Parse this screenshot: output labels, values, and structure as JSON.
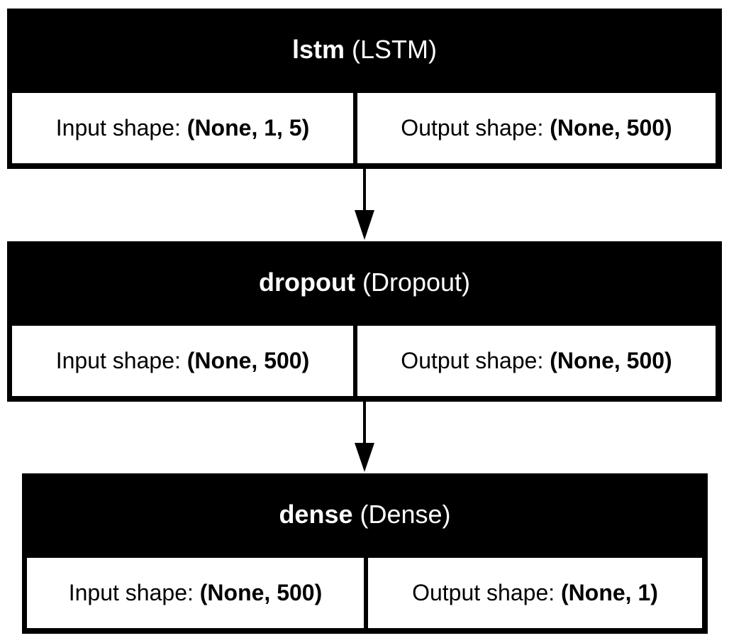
{
  "layers": [
    {
      "name": "lstm",
      "type": "(LSTM)",
      "input_label": "Input shape:",
      "input_value": "(None, 1, 5)",
      "output_label": "Output shape:",
      "output_value": "(None, 500)"
    },
    {
      "name": "dropout",
      "type": "(Dropout)",
      "input_label": "Input shape:",
      "input_value": "(None, 500)",
      "output_label": "Output shape:",
      "output_value": "(None, 500)"
    },
    {
      "name": "dense",
      "type": "(Dense)",
      "input_label": "Input shape:",
      "input_value": "(None, 500)",
      "output_label": "Output shape:",
      "output_value": "(None, 1)"
    }
  ],
  "colors": {
    "box": "#000000",
    "cell_background": "#ffffff",
    "header_text": "#ffffff",
    "arrow": "#000000"
  }
}
